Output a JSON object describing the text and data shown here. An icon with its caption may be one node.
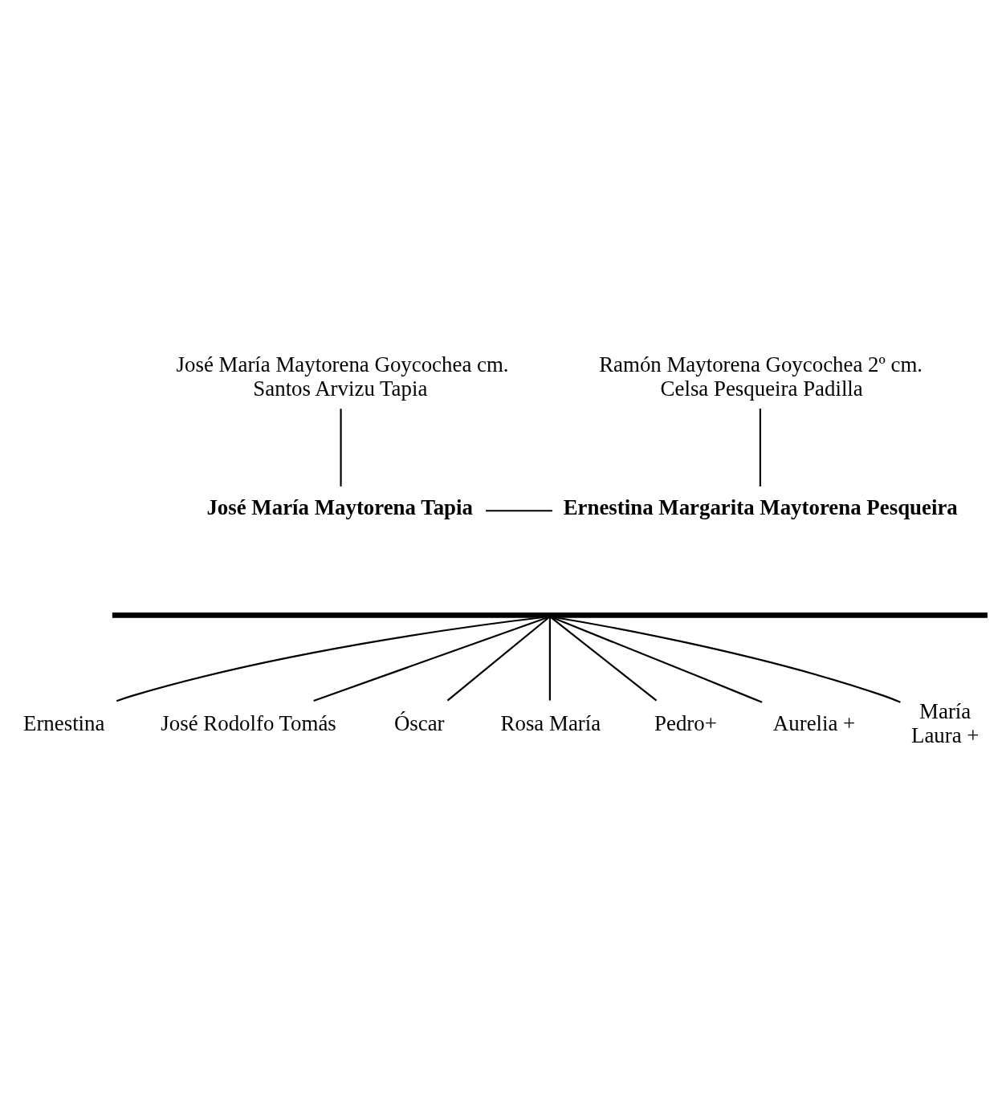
{
  "diagram": {
    "nodes": [
      {
        "text": [
          "José María Maytorena Goycochea cm. Santos Arvizu Tapia"
        ]
      },
      {
        "text": [
          "Ramón Maytorena Goycochea 2º cm. Celsa Pesqueira Padilla"
        ]
      },
      {
        "text": [
          "José María Maytorena Tapia"
        ]
      },
      {
        "text": [
          "Ernestina Margarita Maytorena Pesqueira"
        ]
      },
      {
        "text": [],
        "shape": "bar"
      },
      {
        "text": [
          "Ernestina"
        ]
      },
      {
        "text": [
          "José Rodolfo Tomás"
        ]
      },
      {
        "text": [
          "Óscar"
        ]
      },
      {
        "text": [
          "Rosa María"
        ]
      },
      {
        "text": [
          "Pedro+"
        ]
      },
      {
        "text": [
          "Aurelia +"
        ]
      },
      {
        "text": [
          "María Laura +"
        ]
      }
    ],
    "edges": [
      {
        "from": 0,
        "to": 2,
        "arrow": "none"
      },
      {
        "from": 1,
        "to": 3,
        "arrow": "none"
      },
      {
        "from": 2,
        "to": 3,
        "arrow": "none"
      },
      {
        "from": 4,
        "to": 5,
        "arrow": "none"
      },
      {
        "from": 4,
        "to": 6,
        "arrow": "none"
      },
      {
        "from": 4,
        "to": 7,
        "arrow": "none"
      },
      {
        "from": 4,
        "to": 8,
        "arrow": "none"
      },
      {
        "from": 4,
        "to": 9,
        "arrow": "none"
      },
      {
        "from": 4,
        "to": 10,
        "arrow": "none"
      },
      {
        "from": 4,
        "to": 11,
        "arrow": "none"
      }
    ]
  }
}
